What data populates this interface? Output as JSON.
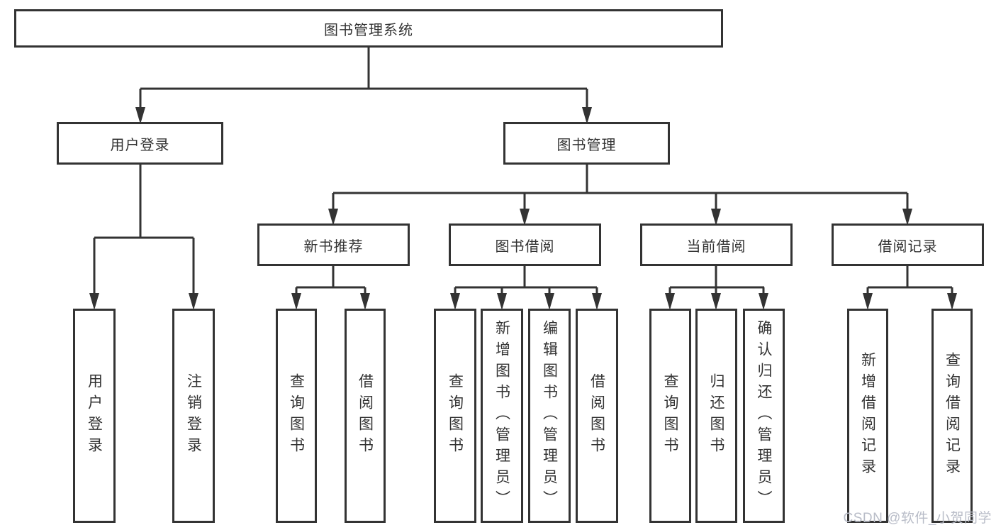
{
  "nodes": {
    "root": "图书管理系统",
    "userLogin": "用户登录",
    "bookManagement": "图书管理",
    "newBookRec": "新书推荐",
    "bookBorrow": "图书借阅",
    "currentBorrow": "当前借阅",
    "borrowRecords": "借阅记录",
    "leafUserLogin": "用户登录",
    "leafLogout": "注销登录",
    "recQueryBooks": "查询图书",
    "recBorrowBooks": "借阅图书",
    "bbQueryBooks": "查询图书",
    "bbAddBooks": "新增图书（管理员）",
    "bbEditBooks": "编辑图书（管理员）",
    "bbBorrowBooks": "借阅图书",
    "cbQueryBooks": "查询图书",
    "cbReturnBooks": "归还图书",
    "cbConfirmReturn": "确认归还（管理员）",
    "brAddRecord": "新增借阅记录",
    "brQueryRecord": "查询借阅记录"
  },
  "hierarchy": {
    "图书管理系统": {
      "用户登录": [
        "用户登录",
        "注销登录"
      ],
      "图书管理": {
        "新书推荐": [
          "查询图书",
          "借阅图书"
        ],
        "图书借阅": [
          "查询图书",
          "新增图书（管理员）",
          "编辑图书（管理员）",
          "借阅图书"
        ],
        "当前借阅": [
          "查询图书",
          "归还图书",
          "确认归还（管理员）"
        ],
        "借阅记录": [
          "新增借阅记录",
          "查询借阅记录"
        ]
      }
    }
  },
  "colors": {
    "line": "#333333",
    "text": "#333333",
    "box_background": "#ffffff",
    "watermark": "#b9bdc8"
  },
  "watermark": "CSDN @软件_小贺同学"
}
